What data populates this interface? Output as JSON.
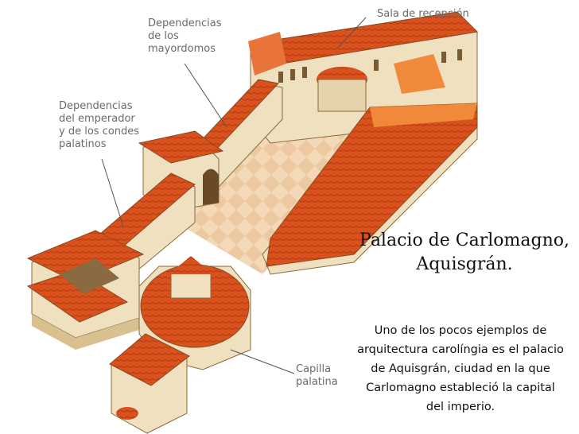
{
  "labels": {
    "sala": "Sala de recepción",
    "mayordomos": "Dependencias\nde los\nmayordomos",
    "emperador": "Dependencias\ndel emperador\ny de los condes\npalatinos",
    "capilla": "Capilla\npalatina"
  },
  "caption": {
    "title": "Palacio de Carlomagno, Aquisgrán.",
    "description": "Uno de los pocos ejemplos de arquitectura carolíngia es el palacio de Aquisgrán, ciudad en la que Carlomagno estableció la capital del imperio."
  },
  "colors": {
    "roof": "#d9521e",
    "roof_light": "#f08a3a",
    "wall": "#efe0c0",
    "wall_shade": "#d8c08f",
    "courtyard": "#f3d9b8",
    "leader": "#555555"
  }
}
